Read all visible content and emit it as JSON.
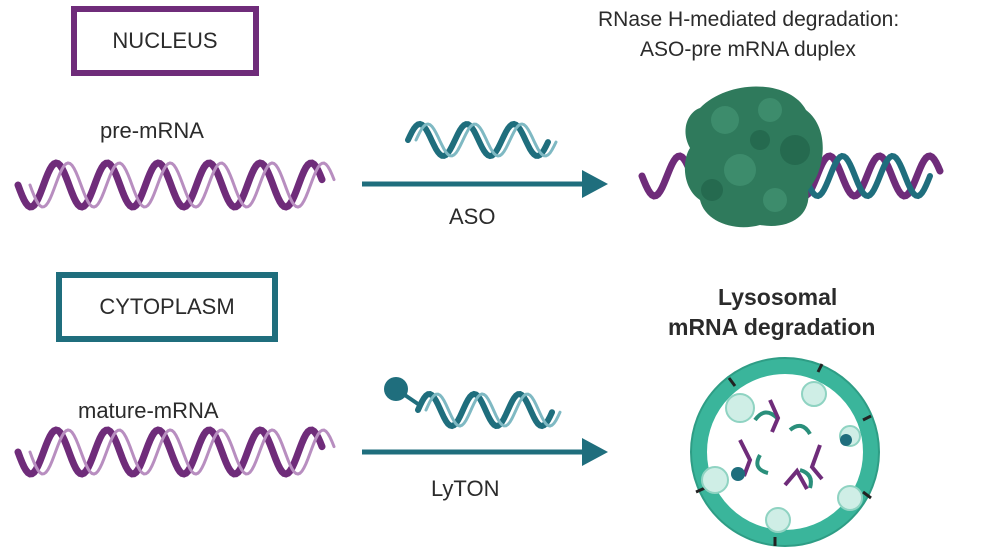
{
  "nucleus": {
    "box_label": "NUCLEUS",
    "mrna_label": "pre-mRNA",
    "arrow_label": "ASO",
    "result_title_line1": "RNase H-mediated degradation:",
    "result_title_line2": "ASO-pre mRNA duplex"
  },
  "cytoplasm": {
    "box_label": "CYTOPLASM",
    "mrna_label": "mature-mRNA",
    "arrow_label": "LyTON",
    "result_title_line1": "Lysosomal",
    "result_title_line2": "mRNA degradation"
  },
  "colors": {
    "purple": "#6f2c7a",
    "teal": "#1f6e7d",
    "enzyme_green": "#2f7a5c",
    "lysosome": "#3ab59b"
  }
}
